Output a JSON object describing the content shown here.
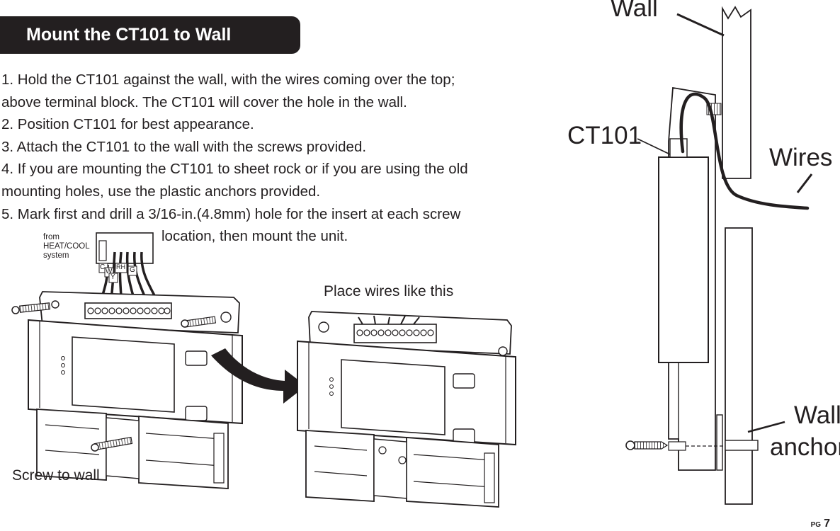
{
  "header": {
    "title": "Mount the CT101 to Wall"
  },
  "steps": [
    "1. Hold the CT101 against the wall, with the wires coming over the top;",
    "above terminal block. The CT101 will cover the hole in the wall.",
    "2. Position CT101 for best appearance.",
    "3. Attach the CT101 to the wall with the screws provided.",
    "4. If you are mounting the CT101 to sheet rock or if you are using the old",
    "mounting holes, use the plastic anchors provided.",
    "5. Mark first and drill a 3/16-in.(4.8mm) hole for the insert at each screw",
    "location, then mount the unit."
  ],
  "diagram": {
    "source_note": [
      "from",
      "HEAT/COOL",
      "system"
    ],
    "terminals": [
      "C",
      "W",
      "RH",
      "Y",
      "G"
    ],
    "place_wires": "Place wires like this",
    "screw_to_wall": "Screw to wall",
    "side_labels": {
      "wall": "Wall",
      "device": "CT101",
      "wires": "Wires",
      "anchor_line1": "Wall",
      "anchor_line2": "anchor"
    }
  },
  "footer": {
    "pg_label": "PG",
    "page_number": "7"
  }
}
